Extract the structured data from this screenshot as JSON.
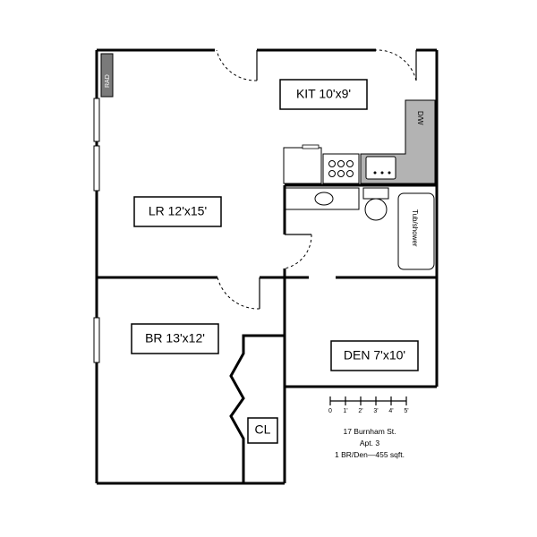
{
  "rooms": {
    "kitchen": "KIT 10'x9'",
    "living_room": "LR 12'x15'",
    "bedroom": "BR 13'x12'",
    "den": "DEN 7'x10'",
    "closet": "CL"
  },
  "fixtures": {
    "radiator": "RAD",
    "dishwasher": "D/W",
    "tub": "Tub/shower"
  },
  "scale": {
    "ticks": [
      "0",
      "1'",
      "2'",
      "3'",
      "4'",
      "5'"
    ]
  },
  "info": {
    "address": "17 Burnham St.",
    "unit": "Apt. 3",
    "summary": "1 BR/Den—455 sqft."
  },
  "colors": {
    "wall": "#000000",
    "counter": "#b3b3b3",
    "radiator": "#7a7a7a"
  }
}
